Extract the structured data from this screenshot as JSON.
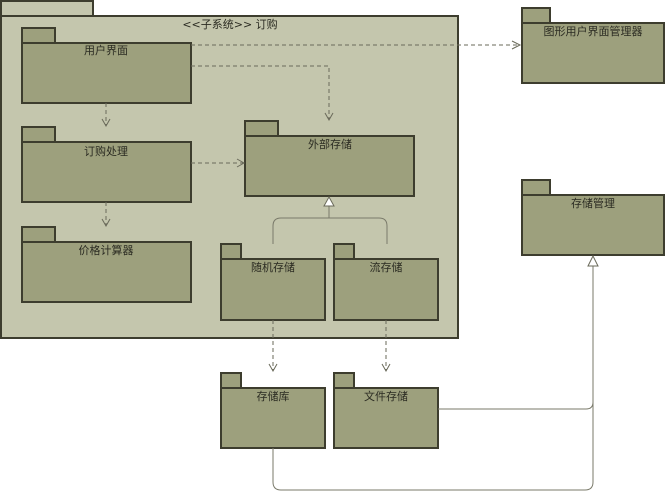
{
  "colors": {
    "package_fill": "#9da07d",
    "subsystem_fill": "#c4c6ad",
    "border": "#3d3d2e",
    "line": "#6a6a5a"
  },
  "subsystem": {
    "label": "<<子系统>> 订购"
  },
  "packages": {
    "user_interface": "用户界面",
    "order_processing": "订购处理",
    "price_calculator": "价格计算器",
    "external_storage": "外部存储",
    "random_storage": "随机存储",
    "stream_storage": "流存储",
    "gui_manager": "图形用户界面管理器",
    "storage_management": "存储管理",
    "storage_library": "存储库",
    "file_storage": "文件存储"
  }
}
